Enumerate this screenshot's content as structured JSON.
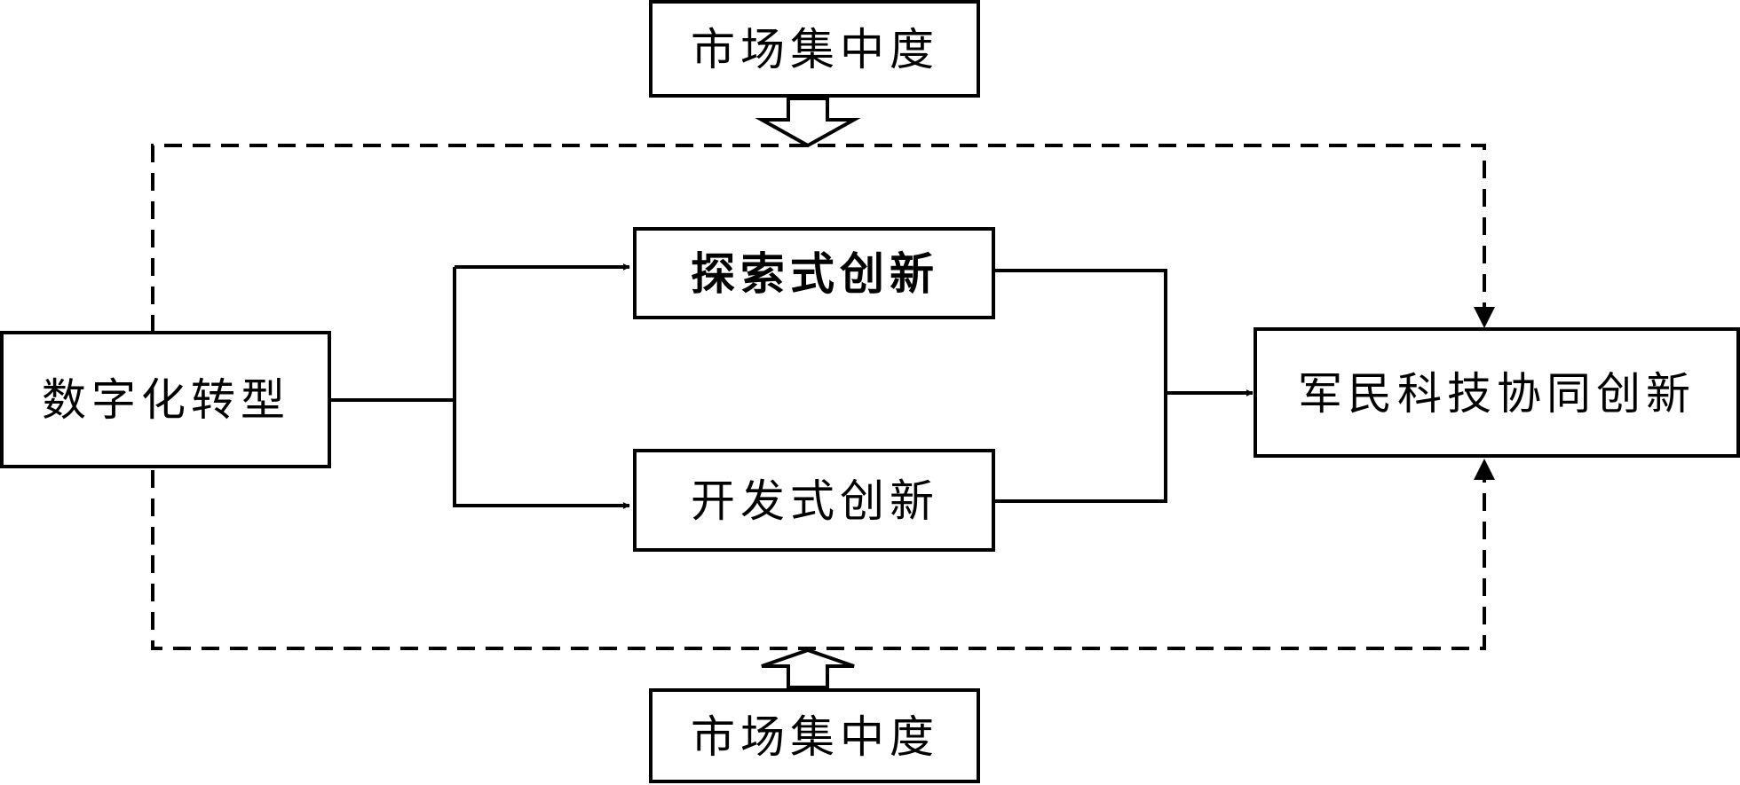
{
  "nodes": {
    "market_concentration_top": "市场集中度",
    "digital_transformation": "数字化转型",
    "exploratory_innovation": "探索式创新",
    "exploitative_innovation": "开发式创新",
    "civil_military_innovation": "军民科技协同创新",
    "market_concentration_bottom": "市场集中度"
  },
  "colors": {
    "stroke": "#000000",
    "background": "#ffffff"
  }
}
